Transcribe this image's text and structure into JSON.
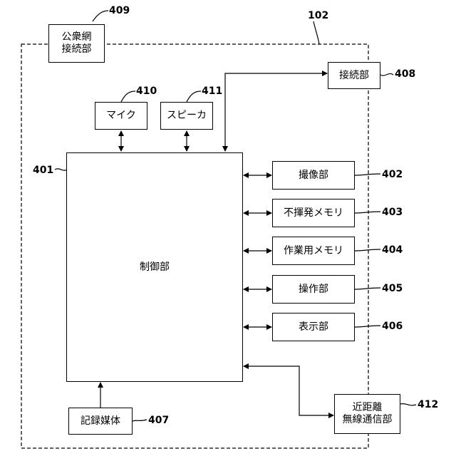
{
  "diagram": {
    "device": {
      "ref": "102"
    },
    "control": {
      "label": "制御部",
      "ref": "401"
    },
    "camera": {
      "label": "撮像部",
      "ref": "402"
    },
    "nonvolatile_memory": {
      "label": "不揮発メモリ",
      "ref": "403"
    },
    "work_memory": {
      "label": "作業用メモリ",
      "ref": "404"
    },
    "operation": {
      "label": "操作部",
      "ref": "405"
    },
    "display": {
      "label": "表示部",
      "ref": "406"
    },
    "recording_medium": {
      "label": "記録媒体",
      "ref": "407"
    },
    "connection": {
      "label": "接続部",
      "ref": "408"
    },
    "public_network": {
      "label_line1": "公衆網",
      "label_line2": "接続部",
      "ref": "409"
    },
    "microphone": {
      "label": "マイク",
      "ref": "410"
    },
    "speaker": {
      "label": "スピーカ",
      "ref": "411"
    },
    "nfc": {
      "label_line1": "近距離",
      "label_line2": "無線通信部",
      "ref": "412"
    }
  }
}
